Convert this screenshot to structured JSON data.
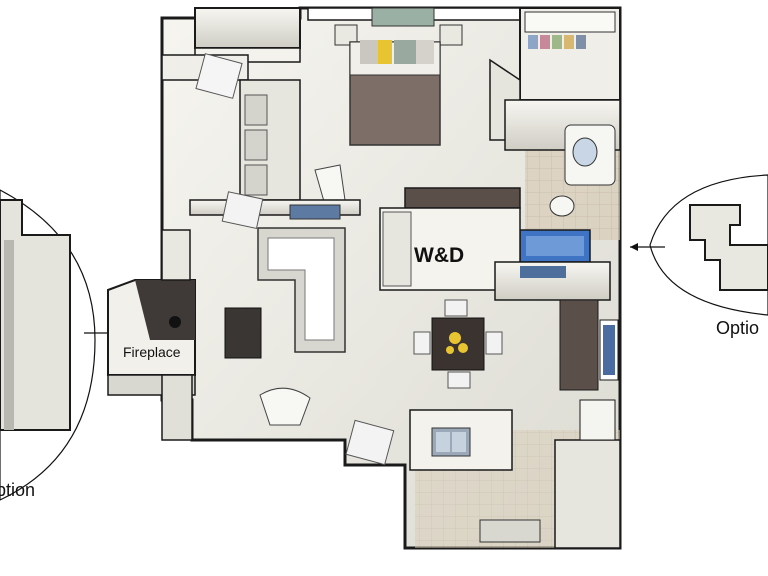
{
  "labels": {
    "washer_dryer": "W&D",
    "fireplace": "Fireplace",
    "option_right": "Optio",
    "option_left": "ption"
  },
  "colors": {
    "floor": "#ecebe4",
    "wall_top": "#f4f3ee",
    "wall_line": "#1a1a1a",
    "bed_brown": "#7d6e67",
    "fireplace_dark": "#3f3a37",
    "tub_blue": "#3f74c4",
    "accent_yellow": "#e8c530"
  }
}
